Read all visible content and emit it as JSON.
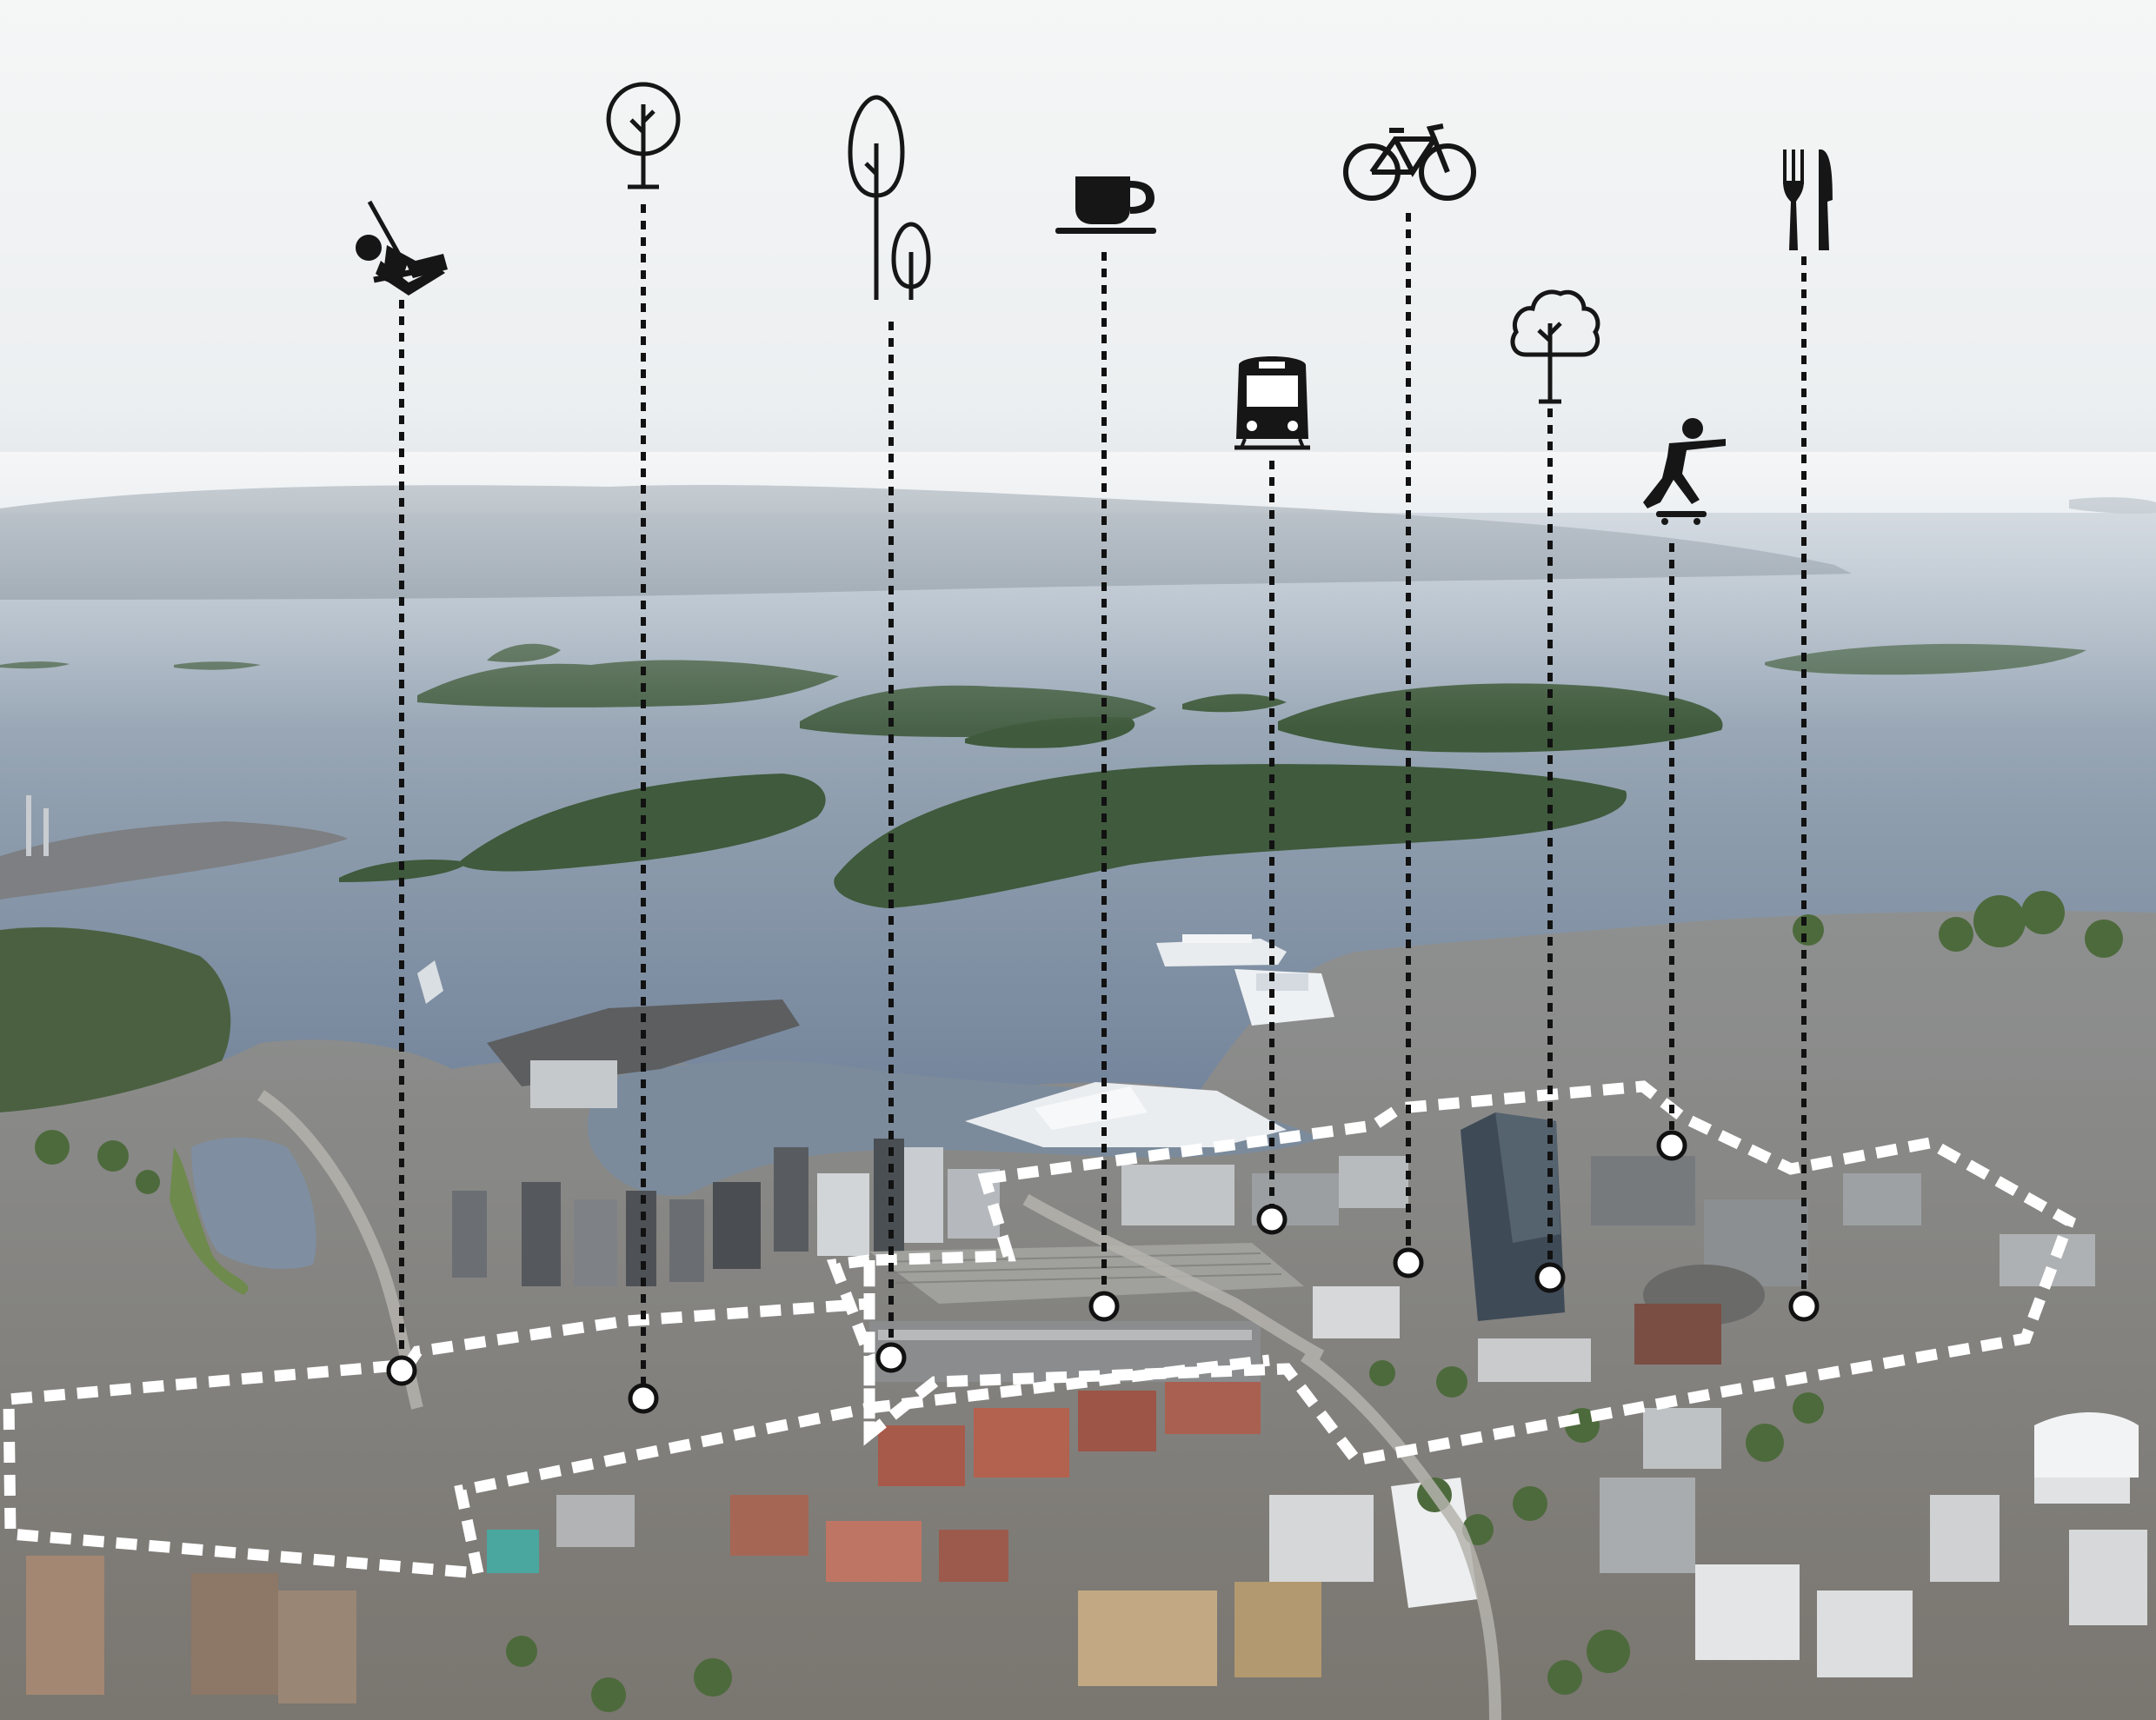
{
  "colors": {
    "sky_top": "#f4f5f5",
    "sky_bottom": "#e1e6ea",
    "far_coast": "#7c8a97",
    "water_far": "#a4b3c1",
    "water_near": "#7f8fa0",
    "island": "#3f5a3c",
    "city_base": "#8d8c89",
    "roof_red": "#a85a4a",
    "glass_tower": "#3e4a56",
    "icon": "#161616",
    "outline": "#ffffff"
  },
  "pins": [
    {
      "id": "playground",
      "icon": "swing-icon"
    },
    {
      "id": "park",
      "icon": "tree-round-icon"
    },
    {
      "id": "woods",
      "icon": "trees-icon"
    },
    {
      "id": "cafe",
      "icon": "coffee-cup-icon"
    },
    {
      "id": "metro",
      "icon": "train-icon"
    },
    {
      "id": "cycling",
      "icon": "bicycle-icon"
    },
    {
      "id": "green",
      "icon": "tree-cloud-icon"
    },
    {
      "id": "skate",
      "icon": "skateboarder-icon"
    },
    {
      "id": "restaurant",
      "icon": "fork-knife-icon"
    }
  ]
}
